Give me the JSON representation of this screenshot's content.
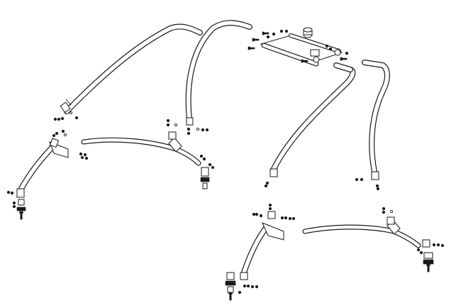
{
  "diagram": {
    "kind": "exploded-assembly",
    "ink_color": "#1a1a1a",
    "background_color": "#ffffff",
    "parts": [
      "upper-curved-tube-a",
      "upper-curved-tube-b",
      "top-crossbar-assembly",
      "upper-curved-tube-c",
      "upper-curved-tube-d",
      "left-y-connector-leg",
      "left-lower-side-tube",
      "right-y-connector-leg",
      "right-lower-side-tube"
    ]
  }
}
